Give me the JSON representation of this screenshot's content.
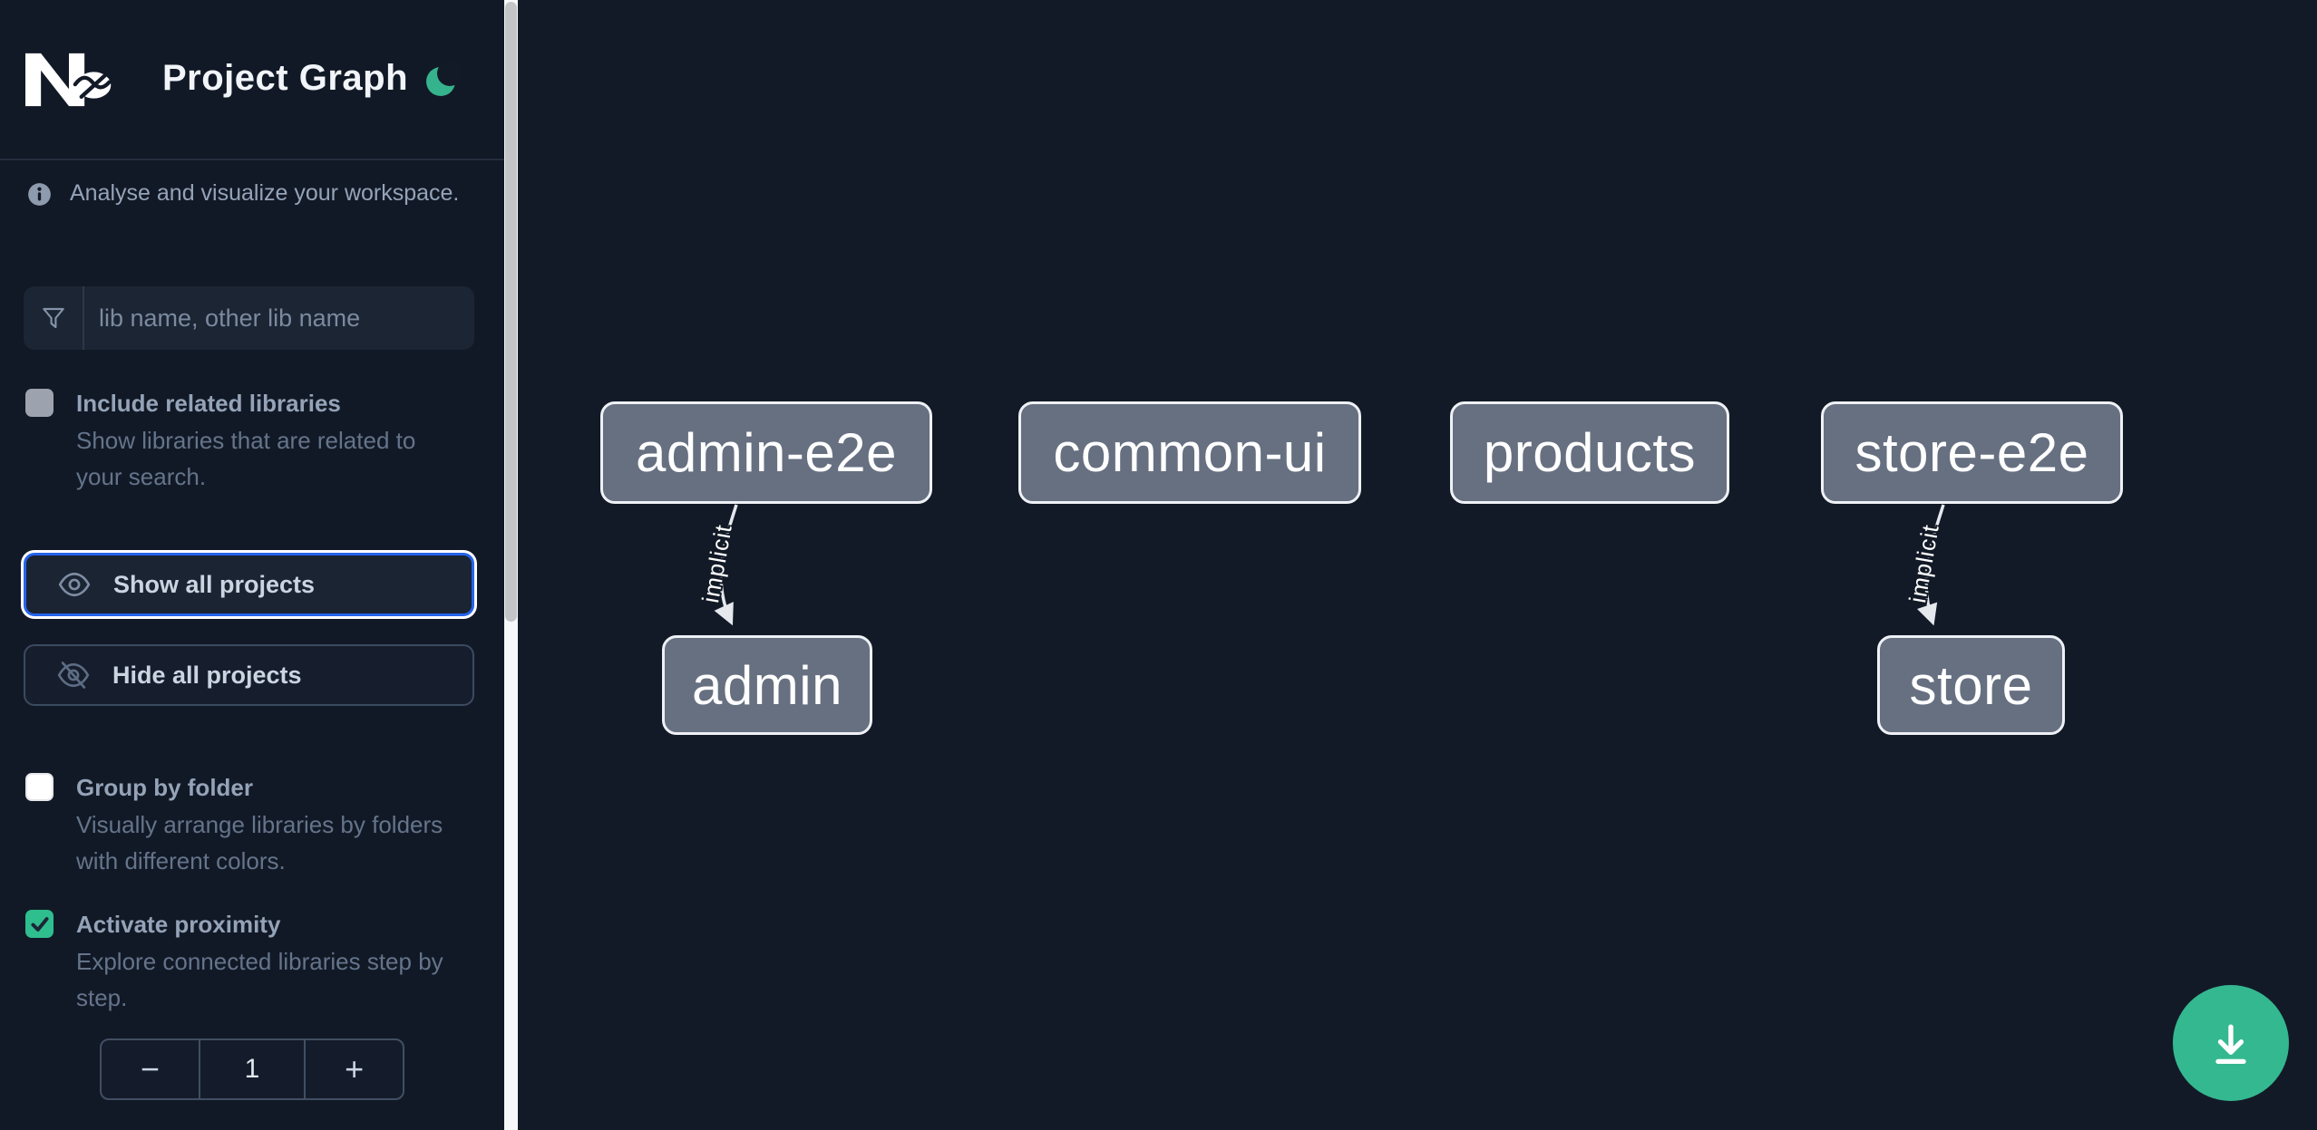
{
  "header": {
    "title": "Project Graph",
    "logo": "nx-logo",
    "theme_toggle": {
      "icon": "moon-icon",
      "mode": "dark"
    }
  },
  "sidebar": {
    "tagline": "Analyse and visualize your workspace.",
    "filter": {
      "placeholder": "lib name, other lib name",
      "value": ""
    },
    "include_related": {
      "label": "Include related libraries",
      "description": "Show libraries that are related to your search.",
      "checked": false
    },
    "show_all": {
      "label": "Show all projects",
      "focused": true
    },
    "hide_all": {
      "label": "Hide all projects"
    },
    "group_by_folder": {
      "label": "Group by folder",
      "description": "Visually arrange libraries by folders with different colors.",
      "checked": false
    },
    "activate_proximity": {
      "label": "Activate proximity",
      "description": "Explore connected libraries step by step.",
      "checked": true
    },
    "proximity_depth": {
      "decrement": "−",
      "value": "1",
      "increment": "+"
    }
  },
  "graph": {
    "nodes": [
      {
        "label": "admin-e2e"
      },
      {
        "label": "common-ui"
      },
      {
        "label": "products"
      },
      {
        "label": "store-e2e"
      },
      {
        "label": "admin"
      },
      {
        "label": "store"
      }
    ],
    "edges": [
      {
        "from": "admin-e2e",
        "to": "admin",
        "label": "implicit"
      },
      {
        "from": "store-e2e",
        "to": "store",
        "label": "implicit"
      }
    ]
  },
  "fab": {
    "icon": "download-icon"
  },
  "colors": {
    "background": "#131a27",
    "accent_blue": "#2563eb",
    "accent_teal": "#34b890",
    "checkbox_checked": "#2fbe8e",
    "node_fill": "#667081",
    "node_border": "#eef1f5",
    "edge_stroke": "#e5e9ee",
    "label_text": "#94a3b8",
    "muted_text": "#64748b"
  }
}
